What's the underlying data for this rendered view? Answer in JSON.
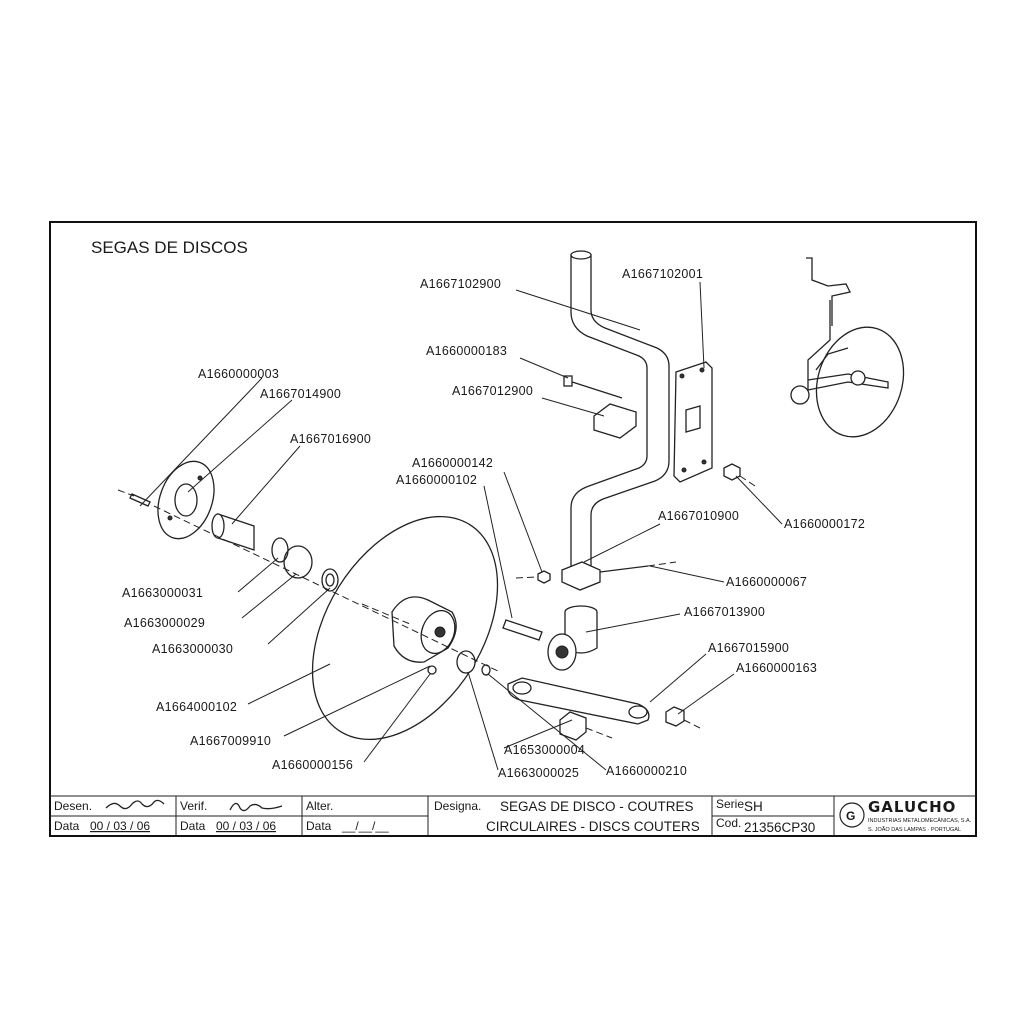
{
  "drawing": {
    "title": "SEGAS DE DISCOS",
    "parts": [
      "A1667102900",
      "A1667102001",
      "A1660000183",
      "A1667012900",
      "A1660000003",
      "A1667014900",
      "A1667016900",
      "A1660000142",
      "A1660000102",
      "A1667010900",
      "A1660000172",
      "A1660000067",
      "A1663000031",
      "A1663000029",
      "A1663000030",
      "A1667013900",
      "A1667015900",
      "A1660000163",
      "A1664000102",
      "A1667009910",
      "A1653000004",
      "A1660000156",
      "A1663000025",
      "A1660000210"
    ]
  },
  "title_block": {
    "desen_label": "Desen.",
    "verif_label": "Verif.",
    "alter_label": "Alter.",
    "data_label": "Data",
    "data_desen": "00 / 03 / 06",
    "data_verif": "00 / 03 / 06",
    "data_alter": "__/__/__",
    "designa_label": "Designa.",
    "designation_line1": "SEGAS DE DISCO - COUTRES",
    "designation_line2": "CIRCULAIRES - DISCS COUTERS",
    "serie_label": "Serie",
    "serie_value": "SH",
    "cod_label": "Cod.",
    "cod_value": "21356CP30",
    "company": "GALUCHO",
    "company_sub1": "INDUSTRIAS METALOMECÂNICAS, S.A.",
    "company_sub2": "S. JOÃO DAS LAMPAS · PORTUGAL"
  }
}
